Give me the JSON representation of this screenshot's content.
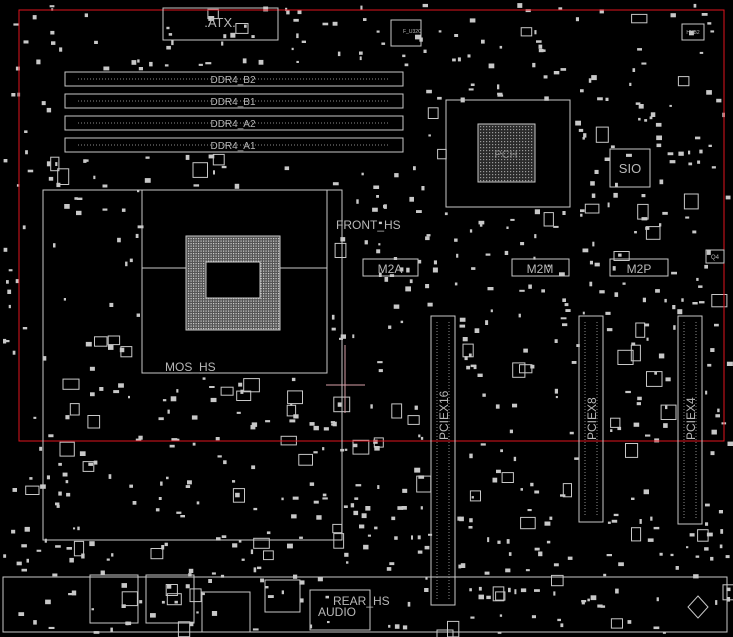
{
  "board": {
    "background": "#000000",
    "outline_color": "#c8c8c8",
    "highlight_color": "#e0141e",
    "marker_color": "#d8a0a8"
  },
  "labels": {
    "atx": ".ATX.",
    "ddr4_b2": "DDR4_B2",
    "ddr4_b1": "DDR4_B1",
    "ddr4_a2": "DDR4_A2",
    "ddr4_a1": "DDR4_A1",
    "pch": "PCH",
    "sio": "SIO",
    "front_hs": "FRONT_HS",
    "m2a": "M2A",
    "m2m": "M2M",
    "m2p": "M2P",
    "mos_hs": "MOS_HS",
    "pciex16": "PCIEX16",
    "pciex8": "PCIEX8",
    "pciex4": "PCIEX4",
    "rear_hs": "REAR_HS",
    "audio": "AUDIO",
    "f_u32c": "F_U32C",
    "hub2": "HUB2",
    "q4": "Q4"
  }
}
